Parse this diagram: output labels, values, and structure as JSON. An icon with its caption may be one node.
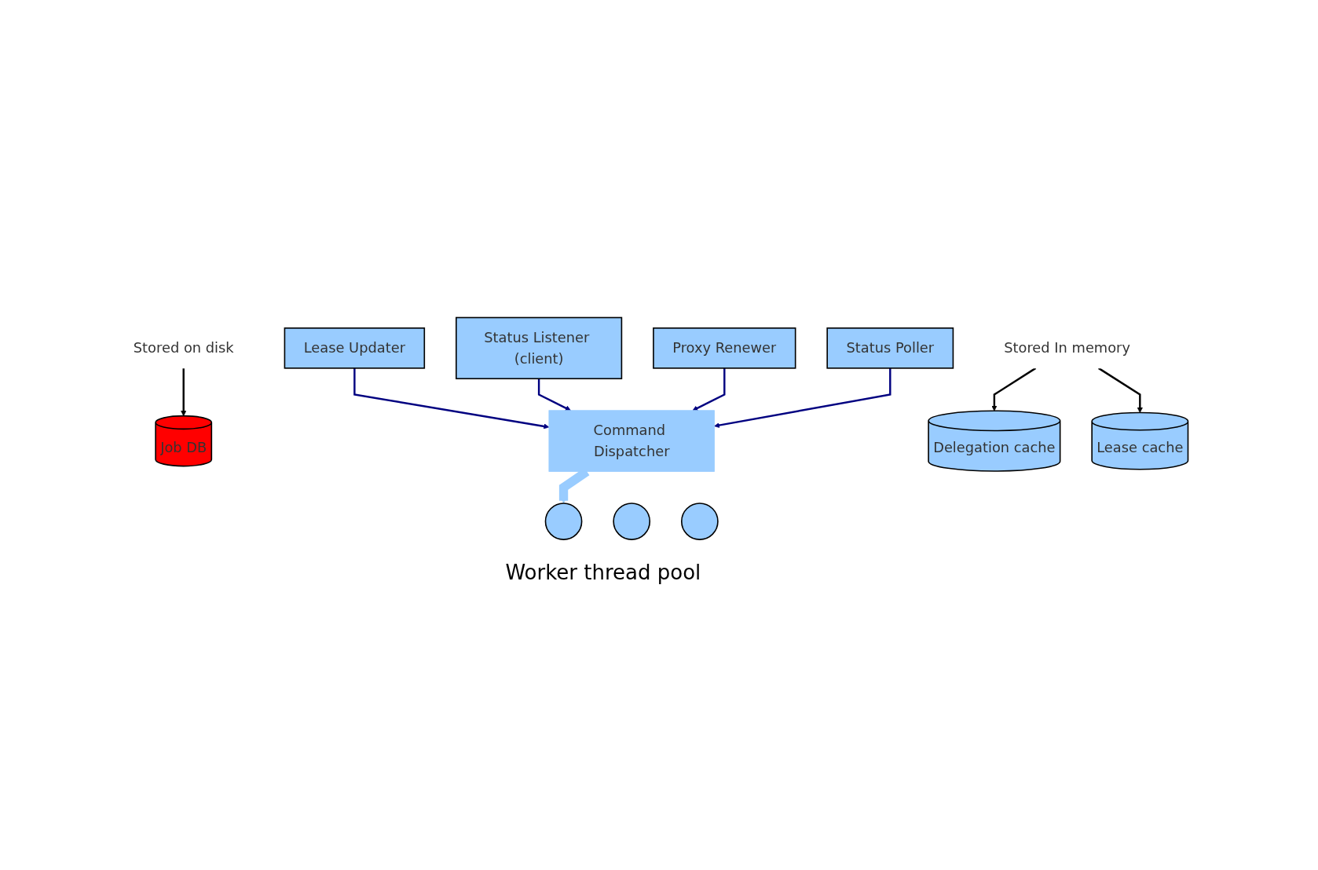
{
  "diagram": {
    "nodes": [
      {
        "text": [
          "Lease Updater"
        ]
      },
      {
        "text": [
          "Status Listener (client)"
        ]
      },
      {
        "text": [
          "Proxy Renewer"
        ]
      },
      {
        "text": [
          "Status Poller"
        ]
      },
      {
        "text": [
          "Stored on disk"
        ]
      },
      {
        "text": [
          "Job DB"
        ]
      },
      {
        "text": [
          "Stored In memory"
        ]
      },
      {
        "text": [
          "Delegation cache"
        ]
      },
      {
        "text": [
          "Command Dispatcher"
        ]
      },
      {
        "text": [
          "Lease cache"
        ]
      },
      {
        "text": [],
        "shape": "circle"
      },
      {
        "text": [],
        "shape": "circle"
      },
      {
        "text": [],
        "shape": "circle",
        "beside": [
          "Worker thread pool"
        ]
      }
    ],
    "edges": [
      {
        "from": 0,
        "to": 8,
        "arrow": "to",
        "color": "#000080"
      },
      {
        "from": 1,
        "to": 8,
        "arrow": "to",
        "color": "#000080"
      },
      {
        "from": 2,
        "to": 8,
        "arrow": "to",
        "color": "#000080"
      },
      {
        "from": 3,
        "to": 8,
        "arrow": "to",
        "color": "#000080"
      },
      {
        "from": 4,
        "to": 5,
        "arrow": "to",
        "color": "#000000"
      },
      {
        "from": 6,
        "to": 7,
        "arrow": "to",
        "color": "#000000"
      },
      {
        "from": 6,
        "to": 9,
        "arrow": "to",
        "color": "#000000"
      },
      {
        "from": 8,
        "to": 10,
        "arrow": "to",
        "style": "thick",
        "color": "#99ccff"
      }
    ]
  }
}
